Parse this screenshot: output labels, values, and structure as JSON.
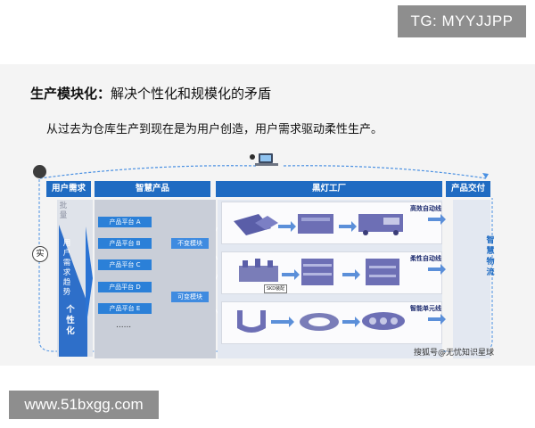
{
  "watermark_top": "TG: MYYJJPP",
  "watermark_bottom": "www.51bxgg.com",
  "slide": {
    "title_bold": "生产模块化：",
    "title_rest": "解决个性化和规模化的矛盾",
    "subtitle": "从过去为仓库生产到现在是为用户创造，用户需求驱动柔性生产。",
    "headers": {
      "user_demand": "用户需求",
      "smart_product": "智慧产品",
      "dark_factory": "黑灯工厂",
      "delivery": "产品交付"
    },
    "batch_label": "批量",
    "trend_label": "用户需求趋势",
    "individual_label": "个性化",
    "real_marker": "实",
    "platforms": [
      "产品平台 A",
      "产品平台 B",
      "产品平台 C",
      "产品平台 D",
      "产品平台 E"
    ],
    "ellipsis": "......",
    "modules": {
      "fixed": "不变模块",
      "variable": "可变模块"
    },
    "lines": [
      "高效自动线",
      "柔性自动线",
      "智能单元线"
    ],
    "skd_label": "SKD装配",
    "smart_logistics": "智慧物流",
    "source": "搜狐号@无忧知识星球"
  },
  "colors": {
    "header_blue": "#1f6bc2",
    "platform_blue": "#2b80d8",
    "machine_purple": "#5a5ea8",
    "dashed_blue": "#4a90e2"
  }
}
